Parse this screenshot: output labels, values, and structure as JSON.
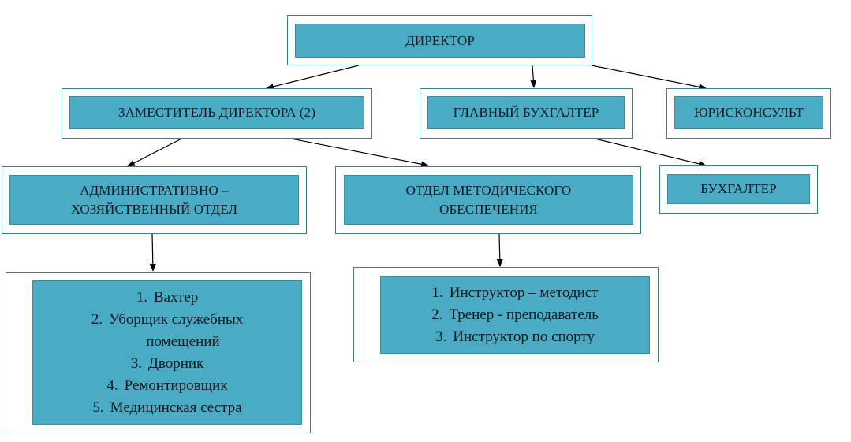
{
  "diagram": {
    "type": "org-chart",
    "colors": {
      "box_fill": "#4aabc4",
      "box_border": "#3a7d8f",
      "arrow": "#000000"
    },
    "nodes": {
      "director": {
        "label": "ДИРЕКТОР"
      },
      "deputy_director": {
        "label": "ЗАМЕСТИТЕЛЬ ДИРЕКТОРА (2)"
      },
      "chief_accountant": {
        "label": "ГЛАВНЫЙ БУХГАЛТЕР"
      },
      "legal_advisor": {
        "label": "ЮРИСКОНСУЛЬТ"
      },
      "admin_dept": {
        "label_line1": "АДМИНИСТРАТИВНО –",
        "label_line2": "ХОЗЯЙСТВЕННЫЙ ОТДЕЛ"
      },
      "methodical_dept": {
        "label_line1": "ОТДЕЛ МЕТОДИЧЕСКОГО",
        "label_line2": "ОБЕСПЕЧЕНИЯ"
      },
      "accountant": {
        "label": "БУХГАЛТЕР"
      },
      "admin_staff": {
        "items": [
          {
            "num": "1.",
            "text": "Вахтер"
          },
          {
            "num": "2.",
            "text": "Уборщик служебных",
            "text_cont": "помещений"
          },
          {
            "num": "3.",
            "text": "Дворник"
          },
          {
            "num": "4.",
            "text": "Ремонтировщик"
          },
          {
            "num": "5.",
            "text": "Медицинская сестра"
          }
        ]
      },
      "methodical_staff": {
        "items": [
          {
            "num": "1.",
            "text": "Инструктор – методист"
          },
          {
            "num": "2.",
            "text": "Тренер - преподаватель"
          },
          {
            "num": "3.",
            "text": "Инструктор по спорту"
          }
        ]
      }
    },
    "edges": [
      {
        "from": "director",
        "to": "deputy_director"
      },
      {
        "from": "director",
        "to": "chief_accountant"
      },
      {
        "from": "director",
        "to": "legal_advisor"
      },
      {
        "from": "deputy_director",
        "to": "admin_dept"
      },
      {
        "from": "deputy_director",
        "to": "methodical_dept"
      },
      {
        "from": "chief_accountant",
        "to": "accountant"
      },
      {
        "from": "admin_dept",
        "to": "admin_staff"
      },
      {
        "from": "methodical_dept",
        "to": "methodical_staff"
      }
    ]
  }
}
